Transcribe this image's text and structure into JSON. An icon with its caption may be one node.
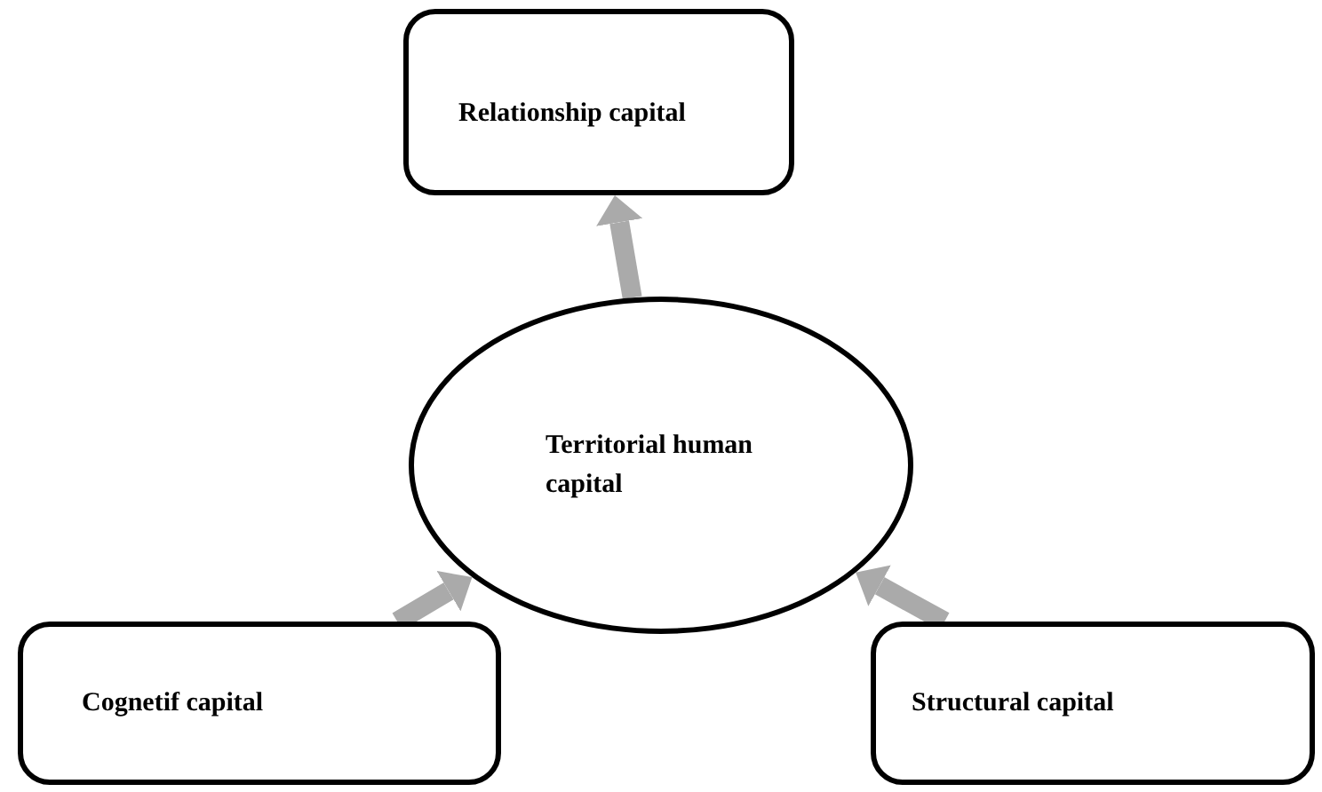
{
  "diagram": {
    "nodes": [
      {
        "text": [
          "Relationship capital"
        ]
      },
      {
        "text": [
          "Territorial human capital"
        ]
      },
      {
        "text": [
          "Cognetif capital"
        ]
      },
      {
        "text": [
          "Structural capital"
        ]
      }
    ],
    "edges": [
      {
        "from": 1,
        "to": 0,
        "arrow": "to",
        "color": "#aaaaaa"
      },
      {
        "from": 2,
        "to": 1,
        "arrow": "to",
        "color": "#aaaaaa"
      },
      {
        "from": 3,
        "to": 1,
        "arrow": "to",
        "color": "#aaaaaa"
      }
    ]
  }
}
